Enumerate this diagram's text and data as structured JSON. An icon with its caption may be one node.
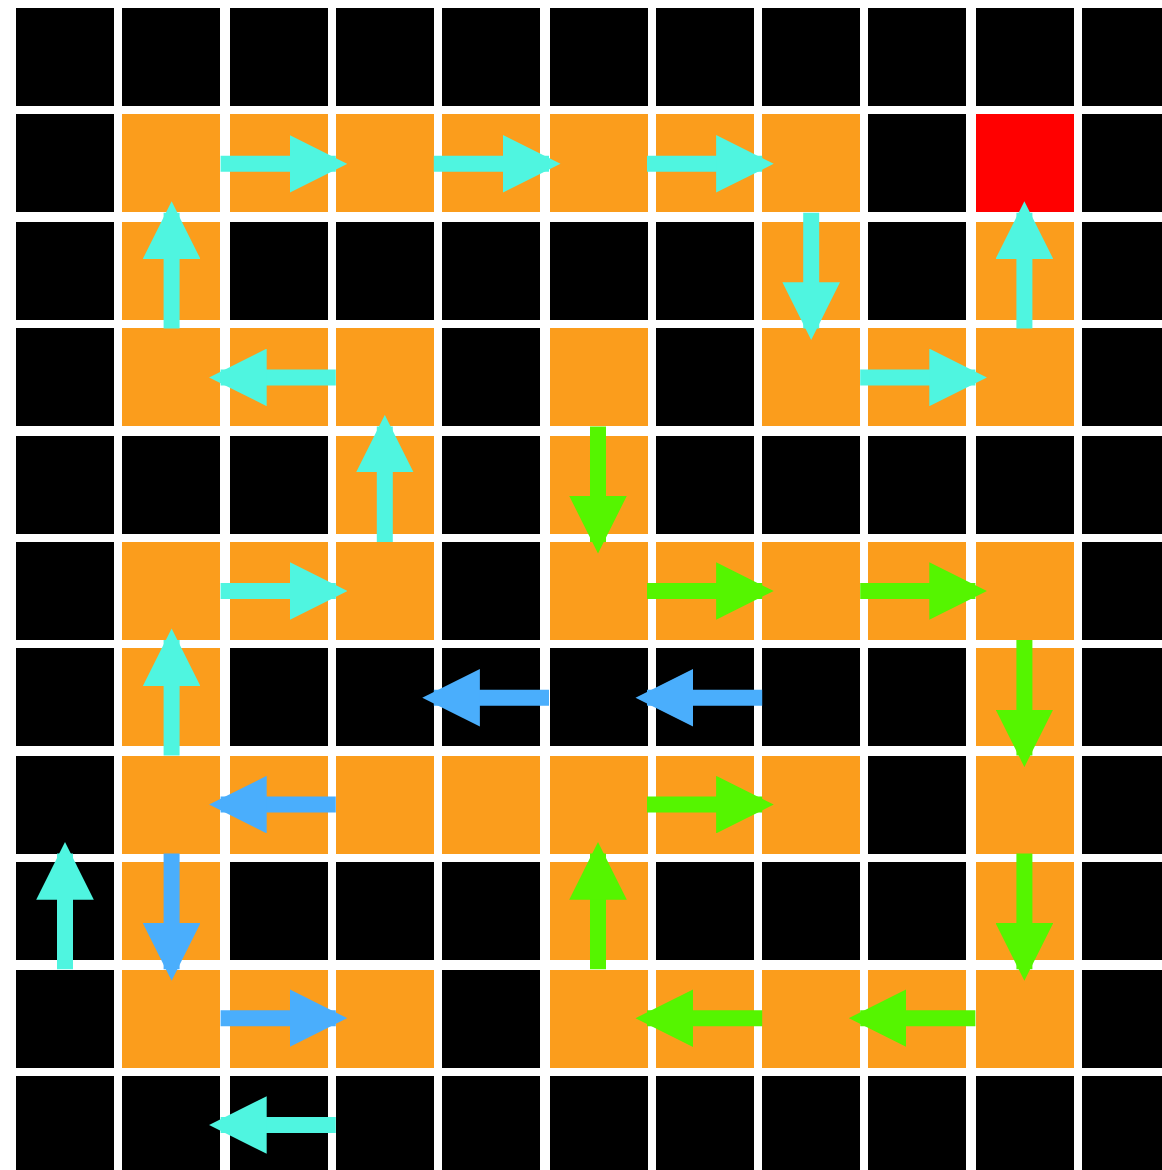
{
  "diagram": {
    "nodes": [
      {
        "text": [],
        "shape": "box"
      },
      {
        "text": [],
        "shape": "box"
      },
      {
        "text": [],
        "shape": "box"
      },
      {
        "text": [],
        "shape": "box"
      },
      {
        "text": [],
        "shape": "box"
      },
      {
        "text": [],
        "shape": "box"
      },
      {
        "text": [],
        "shape": "box"
      },
      {
        "text": [],
        "shape": "box"
      },
      {
        "text": [],
        "shape": "box"
      },
      {
        "text": [],
        "shape": "box"
      },
      {
        "text": [],
        "shape": "box"
      },
      {
        "text": [],
        "shape": "box"
      },
      {
        "text": [],
        "shape": "box"
      },
      {
        "text": [],
        "shape": "box"
      },
      {
        "text": [],
        "shape": "box"
      },
      {
        "text": [],
        "shape": "box"
      },
      {
        "text": [],
        "shape": "box"
      },
      {
        "text": [],
        "shape": "box"
      },
      {
        "text": [],
        "shape": "box"
      },
      {
        "text": [],
        "shape": "box"
      },
      {
        "text": [],
        "shape": "box"
      },
      {
        "text": [],
        "shape": "box"
      },
      {
        "text": [],
        "shape": "box"
      },
      {
        "text": [],
        "shape": "box"
      },
      {
        "text": [],
        "shape": "box"
      },
      {
        "text": [],
        "shape": "box"
      },
      {
        "text": [],
        "shape": "box"
      },
      {
        "text": [],
        "shape": "box"
      },
      {
        "text": [],
        "shape": "box"
      },
      {
        "text": [],
        "shape": "box"
      },
      {
        "text": [],
        "shape": "box"
      },
      {
        "text": [],
        "shape": "box"
      }
    ],
    "edges": [
      {
        "from": 0,
        "to": 1,
        "arrow": "to"
      },
      {
        "from": 1,
        "to": 2,
        "arrow": "to"
      },
      {
        "from": 2,
        "to": 3,
        "arrow": "to"
      },
      {
        "from": 3,
        "to": 8,
        "arrow": "to"
      },
      {
        "from": 8,
        "to": 9,
        "arrow": "to"
      },
      {
        "from": 9,
        "to": 4,
        "arrow": "to"
      },
      {
        "from": 5,
        "to": 0,
        "arrow": "to"
      },
      {
        "from": 6,
        "to": 5,
        "arrow": "to"
      },
      {
        "from": 11,
        "to": 6,
        "arrow": "to"
      },
      {
        "from": 10,
        "to": 11,
        "arrow": "to"
      },
      {
        "from": 19,
        "to": 10,
        "arrow": "to"
      },
      {
        "from": 24,
        "to": 18,
        "arrow": "to"
      },
      {
        "from": 31,
        "to": 30,
        "arrow": "to"
      },
      {
        "from": 17,
        "to": 16,
        "arrow": "to",
        "color": "#4aaefc"
      },
      {
        "from": 16,
        "to": 15,
        "arrow": "to",
        "color": "#4aaefc"
      },
      {
        "from": 20,
        "to": 19,
        "arrow": "to",
        "color": "#4aaefc"
      },
      {
        "from": 19,
        "to": 25,
        "arrow": "to",
        "color": "#4aaefc"
      },
      {
        "from": 25,
        "to": 26,
        "arrow": "to",
        "color": "#4aaefc"
      },
      {
        "from": 7,
        "to": 12,
        "arrow": "to",
        "color": "#55f500"
      },
      {
        "from": 12,
        "to": 13,
        "arrow": "to",
        "color": "#55f500"
      },
      {
        "from": 13,
        "to": 14,
        "arrow": "to",
        "color": "#55f500"
      },
      {
        "from": 14,
        "to": 23,
        "arrow": "to",
        "color": "#55f500"
      },
      {
        "from": 23,
        "to": 29,
        "arrow": "to",
        "color": "#55f500"
      },
      {
        "from": 29,
        "to": 28,
        "arrow": "to",
        "color": "#55f500"
      },
      {
        "from": 28,
        "to": 27,
        "arrow": "to",
        "color": "#55f500"
      },
      {
        "from": 27,
        "to": 21,
        "arrow": "to",
        "color": "#55f500"
      },
      {
        "from": 21,
        "to": 22,
        "arrow": "to",
        "color": "#55f500"
      }
    ]
  }
}
